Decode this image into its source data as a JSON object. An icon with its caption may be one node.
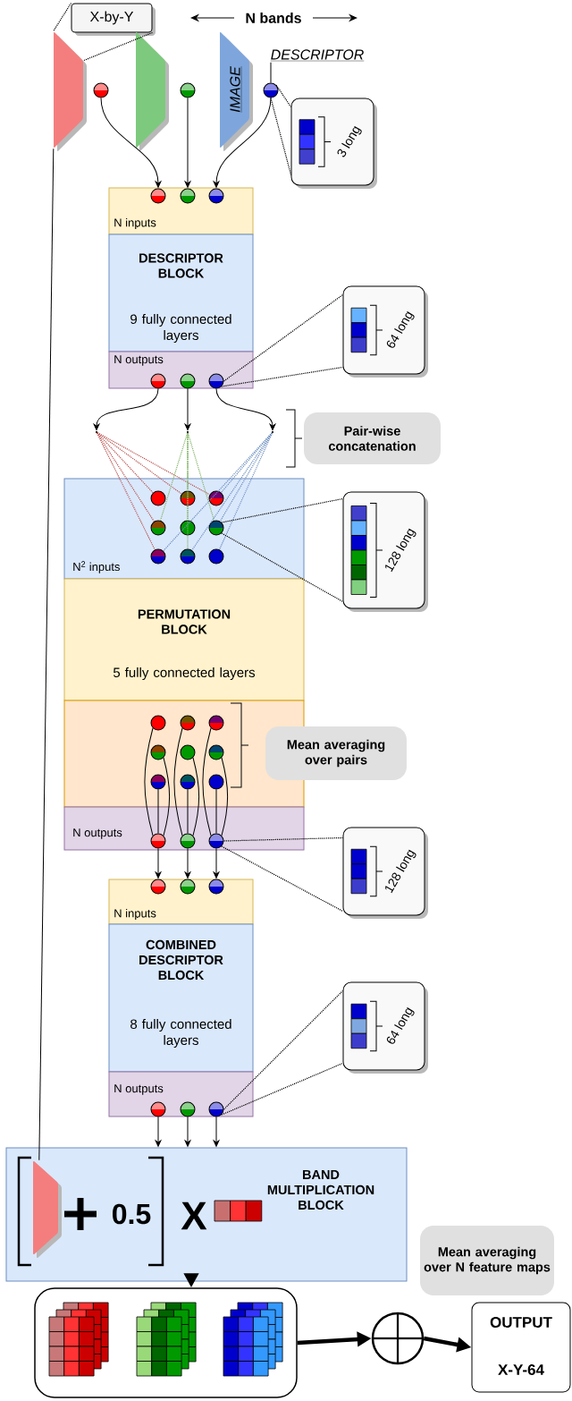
{
  "diagram": {
    "nodes": [
      {
        "text": [
          "X-by-Y"
        ]
      },
      {
        "text": [],
        "shape": "trapezoid"
      },
      {
        "text": [],
        "shape": "trapezoid"
      },
      {
        "text": [
          "IMAGE"
        ]
      },
      {
        "text": [
          "DESCRIPTOR"
        ]
      },
      {
        "text": [],
        "shape": "circle"
      },
      {
        "text": [],
        "shape": "circle"
      },
      {
        "text": [],
        "shape": "circle"
      },
      {
        "text": [
          "3 long"
        ]
      },
      {
        "text": [
          "N inputs"
        ]
      },
      {
        "text": [],
        "shape": "circle",
        "in": 9
      },
      {
        "text": [],
        "shape": "circle",
        "in": 9
      },
      {
        "text": [],
        "shape": "circle",
        "in": 9
      },
      {
        "text": [
          "DESCRIPTOR BLOCK",
          "9 fully connected layers"
        ]
      },
      {
        "text": [
          "N outputs"
        ]
      },
      {
        "text": [],
        "shape": "circle",
        "in": 14
      },
      {
        "text": [],
        "shape": "circle",
        "in": 14
      },
      {
        "text": [],
        "shape": "circle",
        "in": 14
      },
      {
        "text": [
          "64 long"
        ]
      },
      {
        "text": [],
        "shape": "point"
      },
      {
        "text": [],
        "shape": "point"
      },
      {
        "text": [],
        "shape": "point"
      },
      {
        "text": [
          "Pair-wise concatenation"
        ]
      },
      {
        "text": [
          "N$^{2}$ inputs"
        ]
      },
      {
        "text": [],
        "shape": "circle",
        "in": 23
      },
      {
        "text": [],
        "shape": "circle",
        "in": 23
      },
      {
        "text": [],
        "shape": "circle",
        "in": 23
      },
      {
        "text": [],
        "shape": "circle",
        "in": 23
      },
      {
        "text": [],
        "shape": "circle",
        "in": 23
      },
      {
        "text": [],
        "shape": "circle",
        "in": 23
      },
      {
        "text": [],
        "shape": "circle",
        "in": 23
      },
      {
        "text": [],
        "shape": "circle",
        "in": 23
      },
      {
        "text": [],
        "shape": "circle",
        "in": 23
      },
      {
        "text": [
          "128 long"
        ]
      },
      {
        "text": [
          "PERMUTATION BLOCK",
          "5 fully connected layers"
        ]
      },
      {
        "text": [],
        "shape": "box"
      },
      {
        "text": [],
        "shape": "circle",
        "in": 35
      },
      {
        "text": [],
        "shape": "circle",
        "in": 35
      },
      {
        "text": [],
        "shape": "circle",
        "in": 35
      },
      {
        "text": [],
        "shape": "circle",
        "in": 35
      },
      {
        "text": [],
        "shape": "circle",
        "in": 35
      },
      {
        "text": [],
        "shape": "circle",
        "in": 35
      },
      {
        "text": [],
        "shape": "circle",
        "in": 35
      },
      {
        "text": [],
        "shape": "circle",
        "in": 35
      },
      {
        "text": [],
        "shape": "circle",
        "in": 35
      },
      {
        "text": [
          "Mean averaging over pairs"
        ]
      },
      {
        "text": [
          "N outputs"
        ]
      },
      {
        "text": [],
        "shape": "circle",
        "in": 46
      },
      {
        "text": [],
        "shape": "circle",
        "in": 46
      },
      {
        "text": [],
        "shape": "circle",
        "in": 46
      },
      {
        "text": [
          "128 long"
        ]
      },
      {
        "text": [
          "N inputs"
        ]
      },
      {
        "text": [],
        "shape": "circle",
        "in": 51
      },
      {
        "text": [],
        "shape": "circle",
        "in": 51
      },
      {
        "text": [],
        "shape": "circle",
        "in": 51
      },
      {
        "text": [
          "COMBINED DESCRIPTOR BLOCK",
          "8 fully connected layers"
        ]
      },
      {
        "text": [
          "N outputs"
        ]
      },
      {
        "text": [],
        "shape": "circle",
        "in": 56
      },
      {
        "text": [],
        "shape": "circle",
        "in": 56
      },
      {
        "text": [],
        "shape": "circle",
        "in": 56
      },
      {
        "text": [
          "64 long"
        ]
      },
      {
        "text": [
          "BAND MULTIPLICATION BLOCK"
        ]
      },
      {
        "text": [],
        "shape": "trapezoid",
        "in": 61
      },
      {
        "text": [],
        "shape": "box"
      },
      {
        "text": [
          "Mean averaging over N feature maps"
        ]
      },
      {
        "text": [],
        "shape": "circle"
      },
      {
        "text": [
          "OUTPUT",
          "X-Y-64"
        ]
      }
    ],
    "edges": [
      {
        "from": 0,
        "to": 1,
        "arrow": "none",
        "style": "dashed"
      },
      {
        "from": 0,
        "to": 1,
        "arrow": "none",
        "style": "dashed"
      },
      {
        "from": 4,
        "to": 7,
        "arrow": "none"
      },
      {
        "from": 7,
        "to": 8,
        "arrow": "none",
        "style": "dashed"
      },
      {
        "from": 7,
        "to": 8,
        "arrow": "none",
        "style": "dashed"
      },
      {
        "from": 5,
        "to": 10,
        "arrow": "to"
      },
      {
        "from": 6,
        "to": 11,
        "arrow": "to"
      },
      {
        "from": 7,
        "to": 12,
        "arrow": "to"
      },
      {
        "from": 17,
        "to": 18,
        "arrow": "none",
        "style": "dashed"
      },
      {
        "from": 17,
        "to": 18,
        "arrow": "none",
        "style": "dashed"
      },
      {
        "from": 15,
        "to": 19,
        "arrow": "to"
      },
      {
        "from": 16,
        "to": 20,
        "arrow": "to"
      },
      {
        "from": 17,
        "to": 21,
        "arrow": "to"
      },
      {
        "from": 19,
        "to": 24,
        "arrow": "none",
        "style": "dashed",
        "color": "#b85450"
      },
      {
        "from": 19,
        "to": 25,
        "arrow": "none",
        "style": "dashed",
        "color": "#b85450"
      },
      {
        "from": 19,
        "to": 26,
        "arrow": "none",
        "style": "dashed",
        "color": "#b85450"
      },
      {
        "from": 19,
        "to": 27,
        "arrow": "none",
        "style": "dashed",
        "color": "#b85450"
      },
      {
        "from": 19,
        "to": 30,
        "arrow": "none",
        "style": "dashed",
        "color": "#b85450"
      },
      {
        "from": 20,
        "to": 25,
        "arrow": "none",
        "style": "dashed",
        "color": "#82b366"
      },
      {
        "from": 20,
        "to": 27,
        "arrow": "none",
        "style": "dashed",
        "color": "#82b366"
      },
      {
        "from": 20,
        "to": 28,
        "arrow": "none",
        "style": "dashed",
        "color": "#82b366"
      },
      {
        "from": 20,
        "to": 29,
        "arrow": "none",
        "style": "dashed",
        "color": "#82b366"
      },
      {
        "from": 20,
        "to": 31,
        "arrow": "none",
        "style": "dashed",
        "color": "#82b366"
      },
      {
        "from": 21,
        "to": 26,
        "arrow": "none",
        "style": "dashed",
        "color": "#6c8ebf"
      },
      {
        "from": 21,
        "to": 29,
        "arrow": "none",
        "style": "dashed",
        "color": "#6c8ebf"
      },
      {
        "from": 21,
        "to": 30,
        "arrow": "none",
        "style": "dashed",
        "color": "#6c8ebf"
      },
      {
        "from": 21,
        "to": 31,
        "arrow": "none",
        "style": "dashed",
        "color": "#6c8ebf"
      },
      {
        "from": 21,
        "to": 32,
        "arrow": "none",
        "style": "dashed",
        "color": "#6c8ebf"
      },
      {
        "from": 29,
        "to": 33,
        "arrow": "none",
        "style": "dashed"
      },
      {
        "from": 29,
        "to": 33,
        "arrow": "none",
        "style": "dashed"
      },
      {
        "from": 36,
        "to": 47,
        "arrow": "none"
      },
      {
        "from": 39,
        "to": 47,
        "arrow": "none"
      },
      {
        "from": 42,
        "to": 47,
        "arrow": "none"
      },
      {
        "from": 37,
        "to": 48,
        "arrow": "none"
      },
      {
        "from": 40,
        "to": 48,
        "arrow": "none"
      },
      {
        "from": 43,
        "to": 48,
        "arrow": "none"
      },
      {
        "from": 38,
        "to": 49,
        "arrow": "none"
      },
      {
        "from": 41,
        "to": 49,
        "arrow": "none"
      },
      {
        "from": 44,
        "to": 49,
        "arrow": "none"
      },
      {
        "from": 49,
        "to": 50,
        "arrow": "none",
        "style": "dashed"
      },
      {
        "from": 49,
        "to": 50,
        "arrow": "none",
        "style": "dashed"
      },
      {
        "from": 47,
        "to": 52,
        "arrow": "to"
      },
      {
        "from": 48,
        "to": 53,
        "arrow": "to"
      },
      {
        "from": 49,
        "to": 54,
        "arrow": "to"
      },
      {
        "from": 59,
        "to": 60,
        "arrow": "none",
        "style": "dashed"
      },
      {
        "from": 59,
        "to": 60,
        "arrow": "none",
        "style": "dashed"
      },
      {
        "from": 57,
        "to": 61,
        "arrow": "to"
      },
      {
        "from": 58,
        "to": 61,
        "arrow": "to"
      },
      {
        "from": 59,
        "to": 61,
        "arrow": "to"
      },
      {
        "from": 1,
        "to": 62,
        "arrow": "none"
      },
      {
        "from": 61,
        "to": 63,
        "arrow": "to",
        "style": "thick"
      },
      {
        "from": 63,
        "to": 65,
        "arrow": "to",
        "style": "thick"
      },
      {
        "from": 65,
        "to": 66,
        "arrow": "to",
        "style": "thick"
      }
    ],
    "labels": [
      "N bands",
      "0.5",
      "X"
    ]
  }
}
